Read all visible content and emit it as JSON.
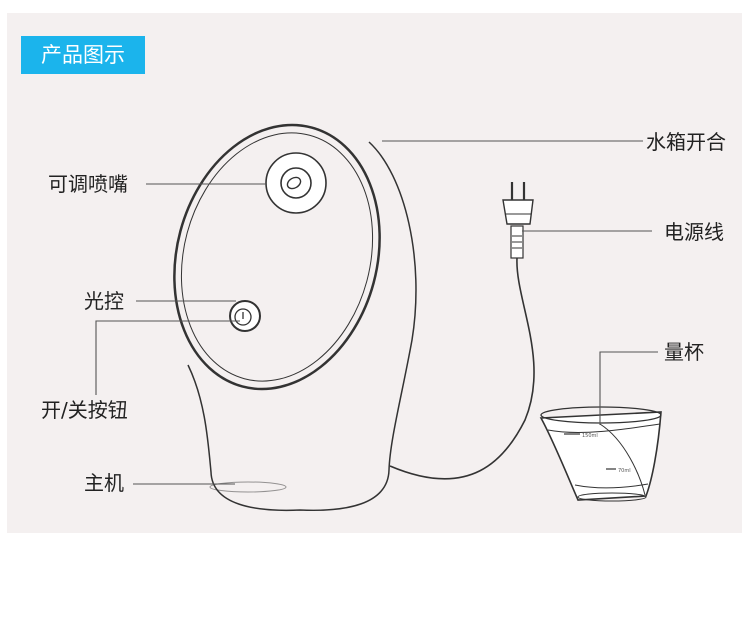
{
  "header": {
    "title": "产品图示"
  },
  "labels": {
    "nozzle": "可调喷嘴",
    "light": "光控",
    "power_switch": "开/关按钮",
    "main_unit": "主机",
    "tank_cover": "水箱开合",
    "power_cord": "电源线",
    "cup": "量杯"
  },
  "cup_marks": {
    "upper": "150ml",
    "lower": "70ml"
  },
  "colors": {
    "badge": "#1bb4ec",
    "panel": "#f4f0f0",
    "line": "#333333"
  }
}
